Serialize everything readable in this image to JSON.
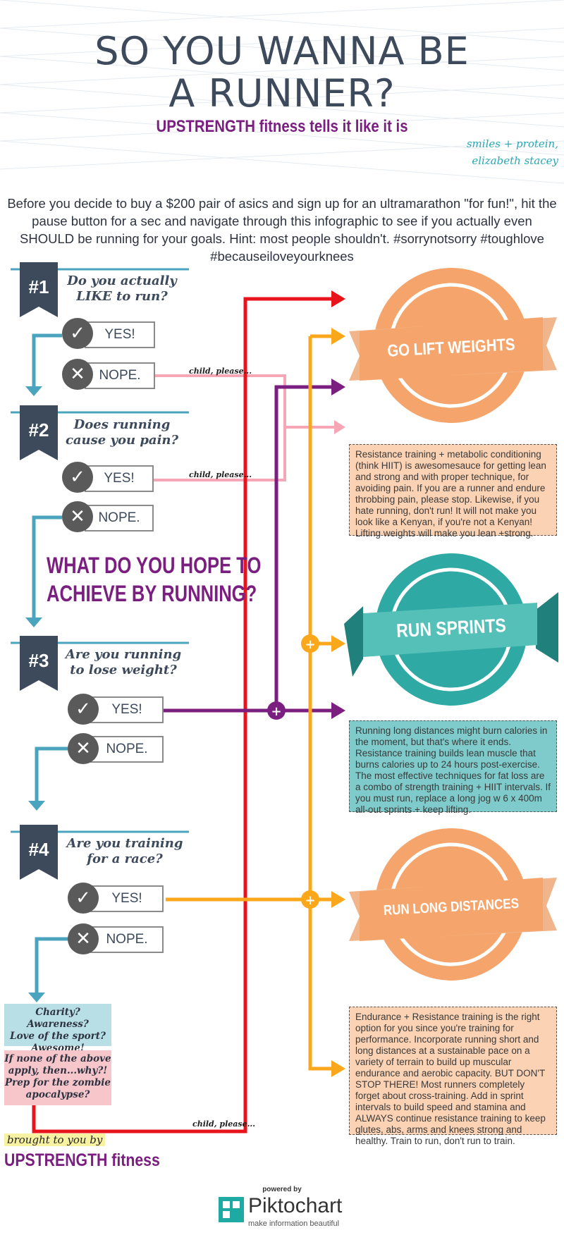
{
  "header": {
    "title_line1": "SO YOU WANNA BE",
    "title_line2": "A RUNNER?",
    "subtitle": "UPSTRENGTH fitness tells it like it is",
    "signature_line1": "smiles + protein,",
    "signature_line2": "elizabeth stacey"
  },
  "intro": "Before you decide to buy a $200 pair of asics and sign up for an ultramarathon \"for fun!\", hit the pause button for a sec and navigate through this infographic to see if you actually even SHOULD be running for your goals.   Hint: most people shouldn't.   #sorrynotsorry #toughlove #becauseiloveyourknees",
  "questions": [
    {
      "number": "#1",
      "line1": "Do you actually",
      "line2": "LIKE to run?",
      "yes": "YES!",
      "no": "NOPE.",
      "yes_icon": "check-icon",
      "no_icon": "x-icon"
    },
    {
      "number": "#2",
      "line1": "Does running",
      "line2": "cause you pain?",
      "yes": "YES!",
      "no": "NOPE.",
      "yes_icon": "check-icon",
      "no_icon": "x-icon"
    },
    {
      "number": "#3",
      "line1": "Are you running",
      "line2": "to lose weight?",
      "yes": "YES!",
      "no": "NOPE.",
      "yes_icon": "check-icon",
      "no_icon": "x-icon"
    },
    {
      "number": "#4",
      "line1": "Are you training",
      "line2": "for a race?",
      "yes": "YES!",
      "no": "NOPE.",
      "yes_icon": "check-icon",
      "no_icon": "x-icon"
    }
  ],
  "connector_note": "child, please...",
  "hope_heading_line1": "WHAT DO YOU HOPE TO",
  "hope_heading_line2": "ACHIEVE BY RUNNING?",
  "reasons": {
    "blue_line1": "Charity?  Awareness?",
    "blue_line2": "Love of the sport?",
    "blue_line3": "Awesome!",
    "pink_line1": "If none of the above",
    "pink_line2": "apply, then...why?!",
    "pink_line3": "Prep for the zombie",
    "pink_line4": "apocalypse?"
  },
  "outcomes": [
    {
      "label": "GO LIFT WEIGHTS",
      "color": "#f5a56b",
      "desc": "Resistance training + metabolic conditioning (think HIIT) is awesomesauce for getting lean and strong and with proper technique, for avoiding pain.  If you are a runner and endure throbbing pain, please stop.  Likewise, if you hate running, don't run!  It will not make you look like a Kenyan, if you're not a Kenyan!  Lifting weights will make you lean +strong."
    },
    {
      "label": "RUN SPRINTS",
      "color": "#2fa9a3",
      "desc": "Running long distances might burn calories in the moment, but that's where it ends. Resistance training builds lean muscle that burns calories up to 24 hours post-exercise. The most effective techniques for fat loss are a combo of strength training + HIIT intervals.  If you must run, replace a long jog w 6 x 400m all-out sprints + keep lifting."
    },
    {
      "label": "RUN LONG DISTANCES",
      "color": "#f5a56b",
      "desc": "Endurance + Resistance training is the right option for you since you're training for performance. Incorporate running short and long distances at a sustainable pace on a variety of terrain to build up muscular endurance and aerobic capacity.  BUT DON'T STOP THERE!  Most runners completely forget about cross-training.  Add in sprint intervals to build speed and stamina and ALWAYS continue resistance training to keep glutes, abs, arms and knees strong and healthy.            Train to run, don't run to train."
    }
  ],
  "footer": {
    "brought_by": "brought to you by",
    "brand": "UPSTRENGTH fitness",
    "powered_by": "powered by",
    "piktochart": "Piktochart",
    "tagline": "make information beautiful"
  },
  "colors": {
    "navy": "#3d4a5c",
    "purple": "#7a1f80",
    "red": "#e8141b",
    "orange": "#fba71b",
    "pink": "#f7a6b6",
    "teal": "#4aa4be",
    "peach": "#f5a56b"
  }
}
